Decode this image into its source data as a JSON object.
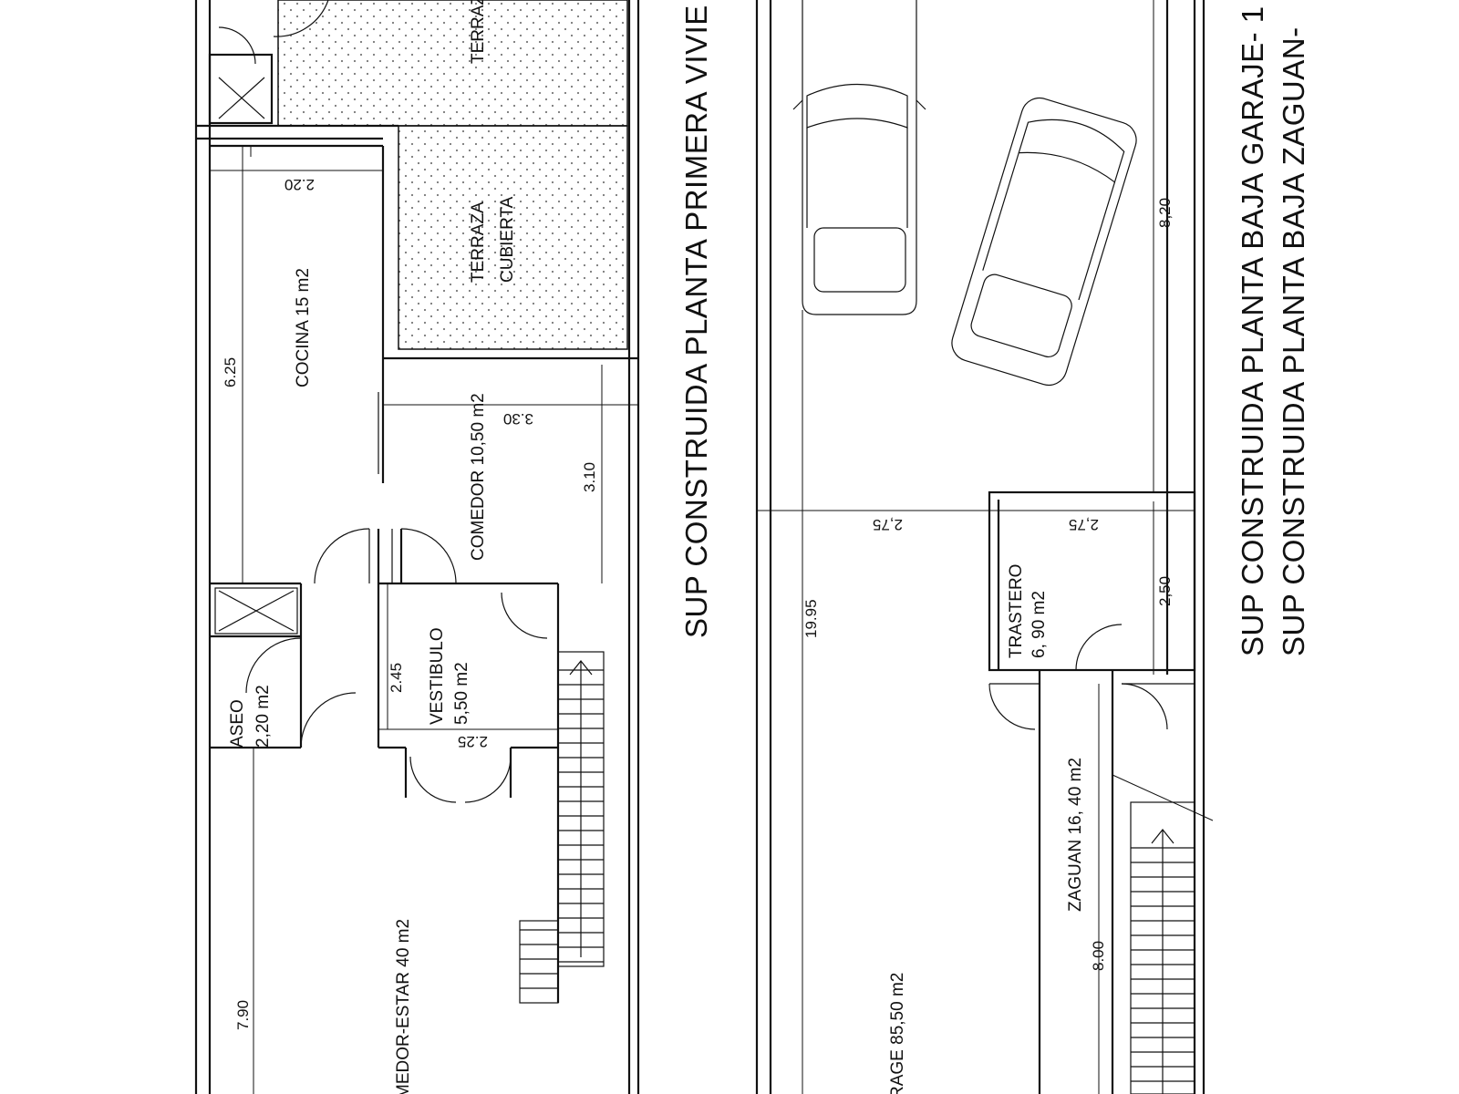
{
  "plan": {
    "titles": {
      "first_floor": "SUP CONSTRUIDA PLANTA PRIMERA VIVIE",
      "ground_garage": "SUP CONSTRUIDA PLANTA BAJA GARAJE- 1",
      "ground_zaguan": "SUP CONSTRUIDA PLANTA BAJA ZAGUAN-"
    },
    "rooms": {
      "terraza_top": "TERRAZ",
      "terraza_cubierta_1": "TERRAZA",
      "terraza_cubierta_2": "CUBIERTA",
      "cocina": "COCINA 15 m2",
      "comedor": "COMEDOR 10,50 m2",
      "vestibulo_1": "VESTIBULO",
      "vestibulo_2": "5,50 m2",
      "aseo_1": "ASEO",
      "aseo_2": "2,20 m2",
      "comedor_estar": "MEDOR-ESTAR 40 m2",
      "trastero_1": "TRASTERO",
      "trastero_2": "6, 90 m2",
      "zaguan": "ZAGUAN 16, 40 m2",
      "garage": "RAGE 85,50 m2"
    },
    "dimensions": {
      "d_2_20": "2.20",
      "d_6_25": "6.25",
      "d_3_30": "3.30",
      "d_3_10": "3.10",
      "d_2_45": "2.45",
      "d_2_25": "2.25",
      "d_7_90": "7.90",
      "d_19_95": "19.95",
      "d_2_75_a": "2,75",
      "d_2_75_b": "2,75",
      "d_8_20": "8,20",
      "d_2_50": "2,50",
      "d_8_00": "8.00"
    }
  }
}
